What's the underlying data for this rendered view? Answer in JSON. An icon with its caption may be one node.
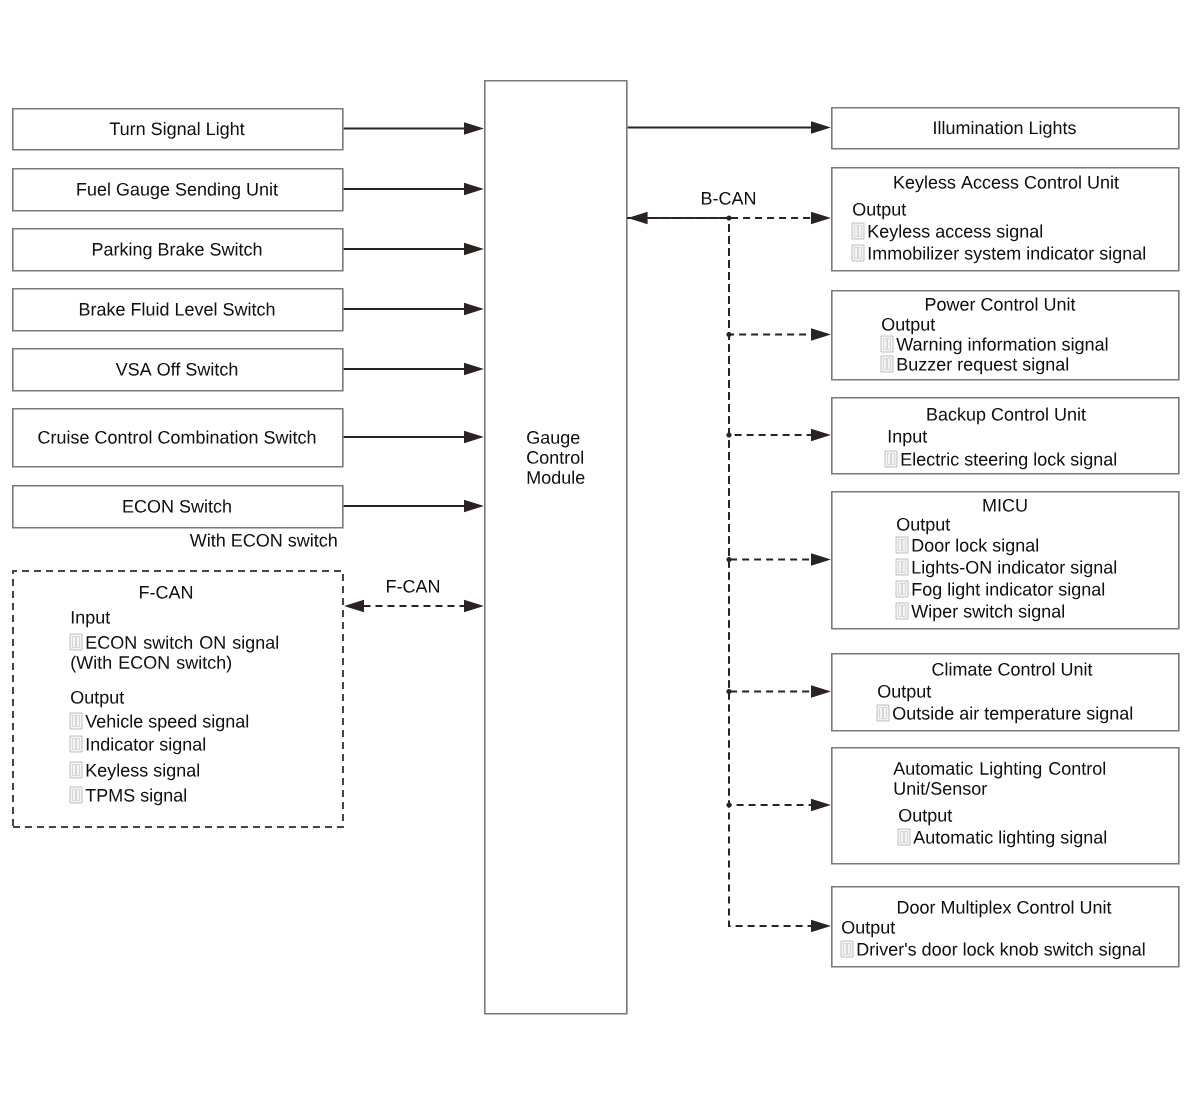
{
  "diagram": {
    "nodes": [
      {
        "text": [
          "Turn Signal Light"
        ]
      },
      {
        "text": [
          "Fuel Gauge Sending Unit"
        ]
      },
      {
        "text": [
          "Parking Brake Switch"
        ]
      },
      {
        "text": [
          "Brake Fluid Level Switch"
        ]
      },
      {
        "text": [
          "VSA Off Switch"
        ]
      },
      {
        "text": [
          "Cruise Control Combination Switch"
        ]
      },
      {
        "text": [
          "ECON Switch"
        ],
        "beside": [
          "With ECON switch"
        ]
      },
      {
        "text": [
          "F-CAN",
          "Input",
          "ECON switch ON signal (With ECON switch)",
          "Output",
          "Vehicle speed signal",
          "Indicator signal",
          "Keyless signal",
          "TPMS signal"
        ]
      },
      {
        "text": [
          "Gauge Control Module"
        ]
      },
      {
        "text": [
          "Illumination Lights"
        ]
      },
      {
        "text": [
          "Keyless Access Control Unit",
          "Output",
          "Keyless access signal",
          "Immobilizer system indicator signal"
        ]
      },
      {
        "text": [
          "Power Control Unit",
          "Output",
          "Warning information signal",
          "Buzzer request signal"
        ]
      },
      {
        "text": [
          "Backup Control Unit",
          "Input",
          "Electric steering lock signal"
        ]
      },
      {
        "text": [
          "MICU",
          "Output",
          "Door lock signal",
          "Lights-ON indicator signal",
          "Fog light indicator signal",
          "Wiper switch signal"
        ]
      },
      {
        "text": [
          "Climate Control Unit",
          "Output",
          "Outside air temperature signal"
        ]
      },
      {
        "text": [
          "Automatic Lighting Control Unit/Sensor",
          "Output",
          "Automatic lighting signal"
        ]
      },
      {
        "text": [
          "Door Multiplex Control Unit",
          "Output",
          "Driver's door lock knob switch signal"
        ]
      }
    ],
    "edges": [
      {
        "from": 0,
        "to": 8,
        "arrow": "to"
      },
      {
        "from": 1,
        "to": 8,
        "arrow": "to"
      },
      {
        "from": 2,
        "to": 8,
        "arrow": "to"
      },
      {
        "from": 3,
        "to": 8,
        "arrow": "to"
      },
      {
        "from": 4,
        "to": 8,
        "arrow": "to"
      },
      {
        "from": 5,
        "to": 8,
        "arrow": "to"
      },
      {
        "from": 6,
        "to": 8,
        "arrow": "to"
      },
      {
        "from": 7,
        "to": 8,
        "arrow": "both",
        "style": "dashed",
        "label": "F-CAN"
      },
      {
        "from": 8,
        "to": 9,
        "arrow": "to"
      },
      {
        "from": 8,
        "to": 10,
        "arrow": "both",
        "style": "dashed",
        "label": "B-CAN"
      },
      {
        "from": 8,
        "to": 11,
        "arrow": "to",
        "style": "dashed"
      },
      {
        "from": 8,
        "to": 12,
        "arrow": "to",
        "style": "dashed"
      },
      {
        "from": 8,
        "to": 13,
        "arrow": "to",
        "style": "dashed"
      },
      {
        "from": 8,
        "to": 14,
        "arrow": "to",
        "style": "dashed"
      },
      {
        "from": 8,
        "to": 15,
        "arrow": "to",
        "style": "dashed"
      },
      {
        "from": 8,
        "to": 16,
        "arrow": "to",
        "style": "dashed"
      }
    ]
  }
}
